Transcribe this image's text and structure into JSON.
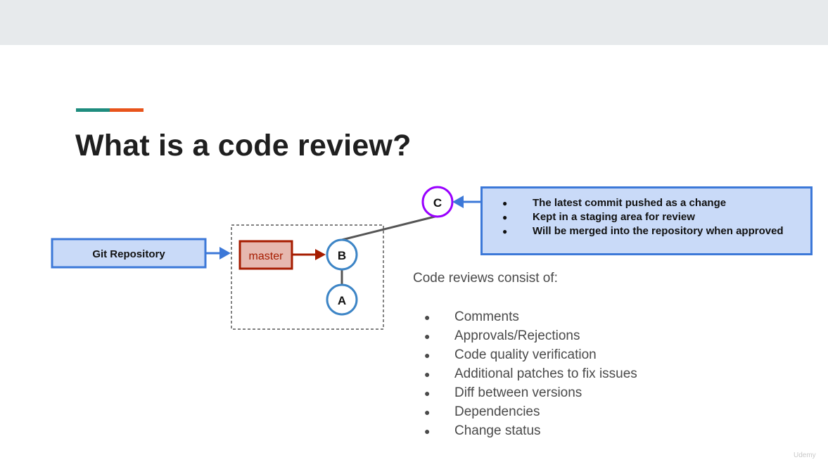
{
  "slide": {
    "title": "What is a code review?",
    "accent_colors": [
      "#1e8c7e",
      "#e8541b"
    ]
  },
  "diagram": {
    "repository_label": "Git Repository",
    "branch_label": "master",
    "commits": [
      "A",
      "B",
      "C"
    ]
  },
  "callout": {
    "items": [
      "The latest commit pushed as a change",
      "Kept in a staging area for review",
      "Will be merged into the repository when approved"
    ]
  },
  "reviews": {
    "heading": "Code reviews consist of:",
    "items": [
      "Comments",
      "Approvals/Rejections",
      "Code quality verification",
      "Additional patches to fix issues",
      "Diff between versions",
      "Dependencies",
      "Change status"
    ]
  },
  "watermark": "Udemy"
}
